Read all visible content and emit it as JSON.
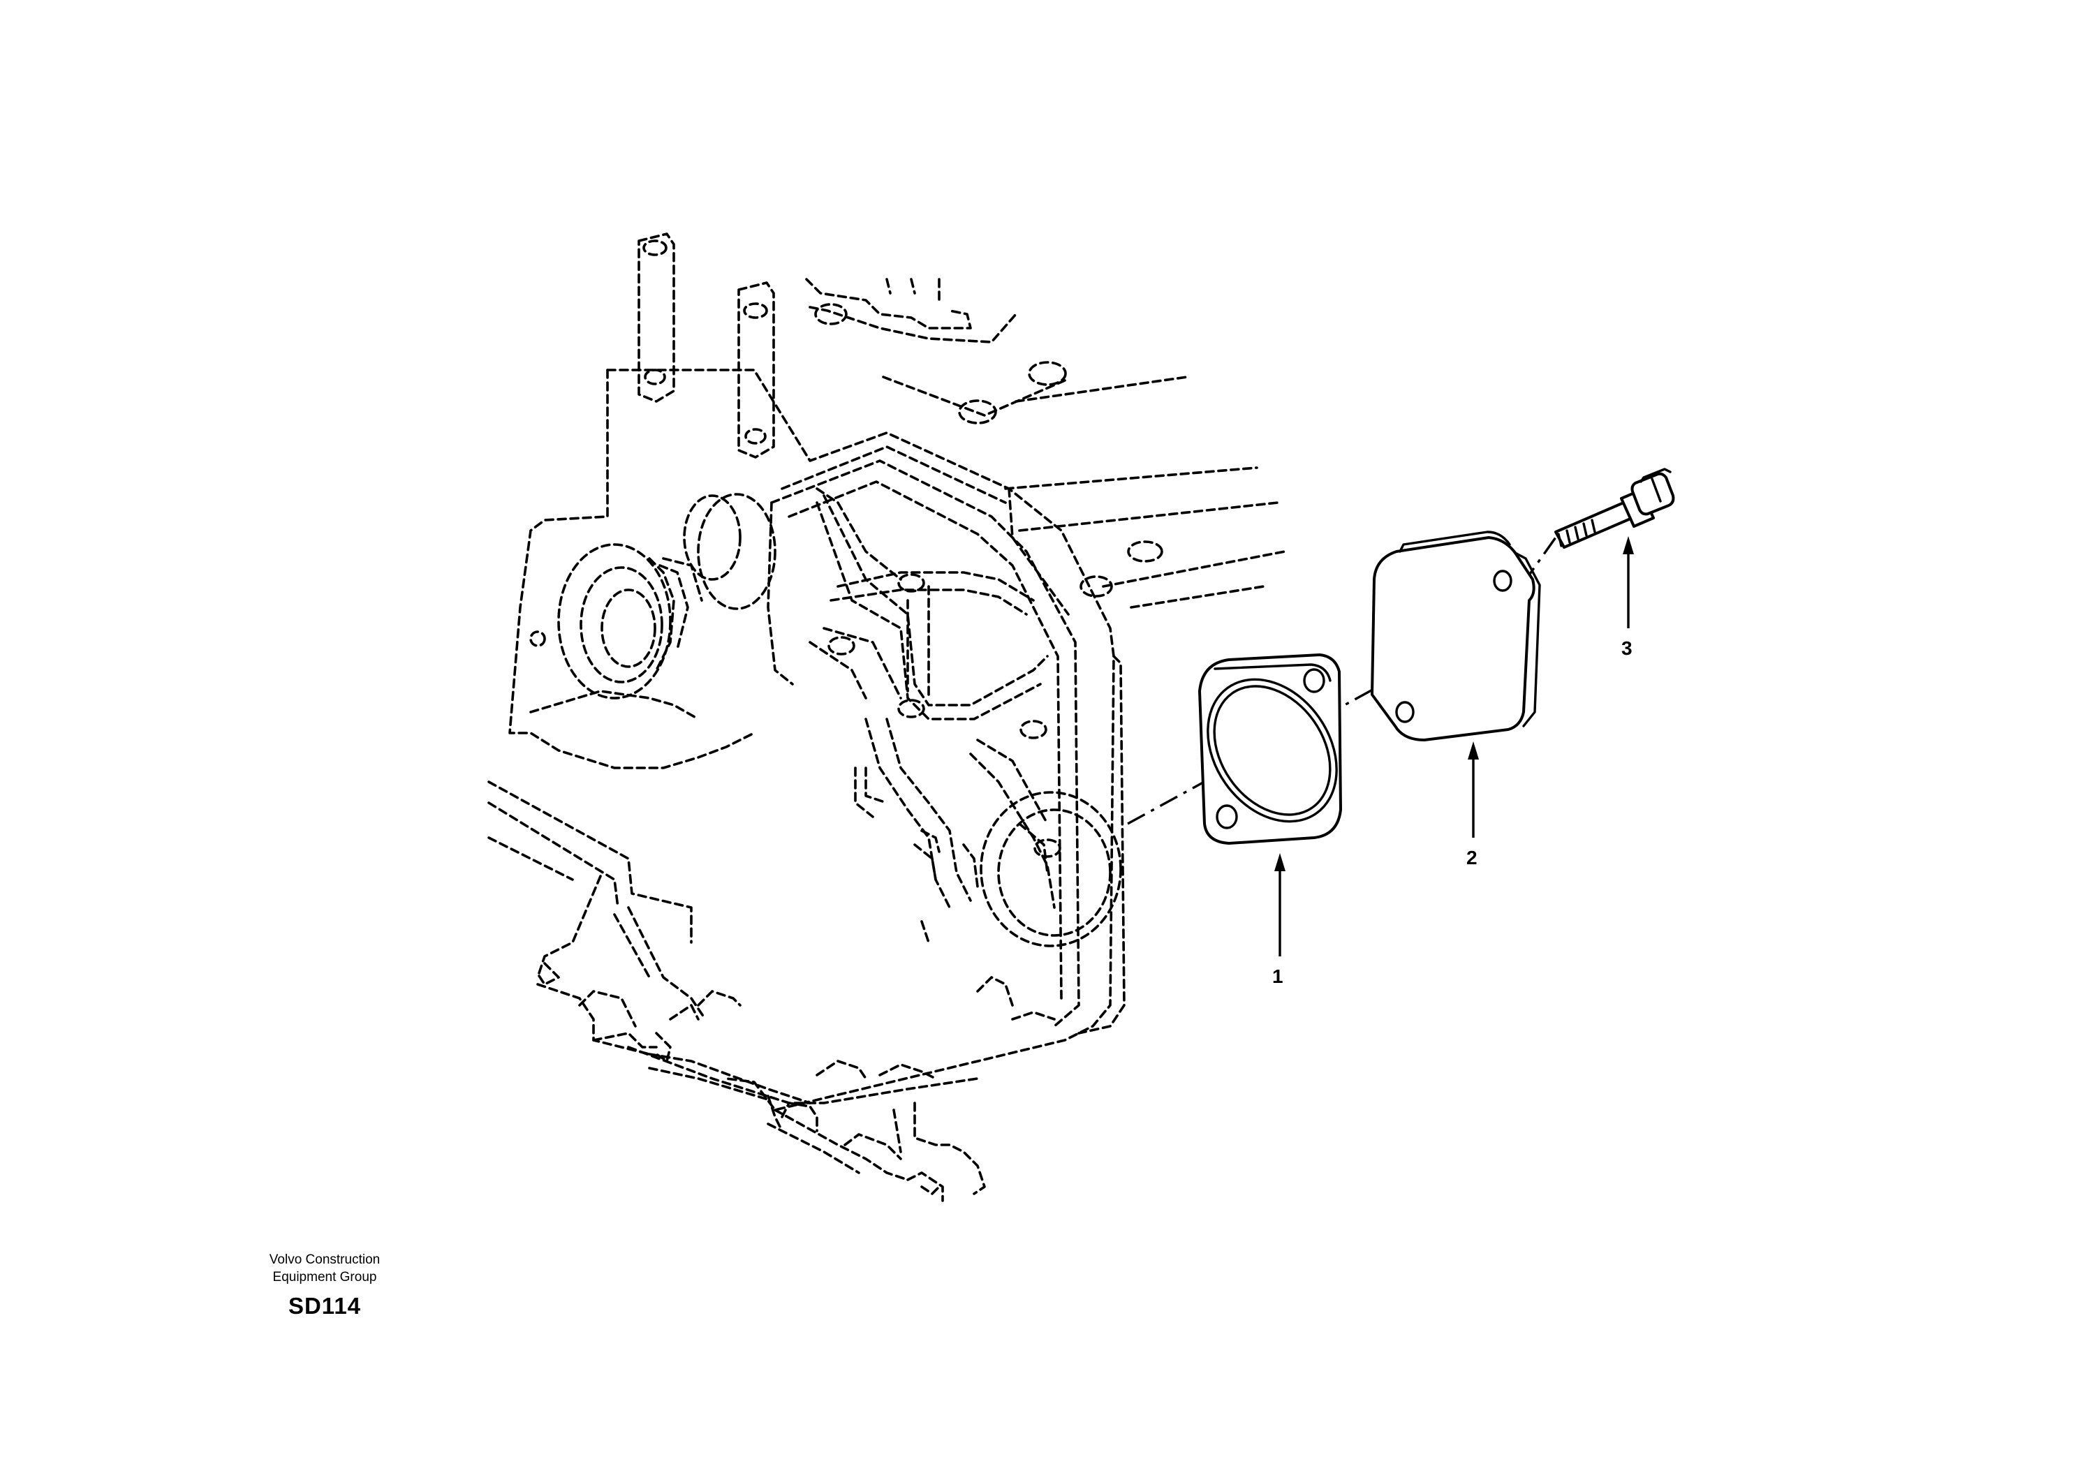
{
  "callouts": {
    "part_1": "1",
    "part_2": "2",
    "part_3": "3"
  },
  "footer": {
    "company_line1": "Volvo Construction",
    "company_line2": "Equipment Group",
    "drawing_code": "SD114"
  }
}
